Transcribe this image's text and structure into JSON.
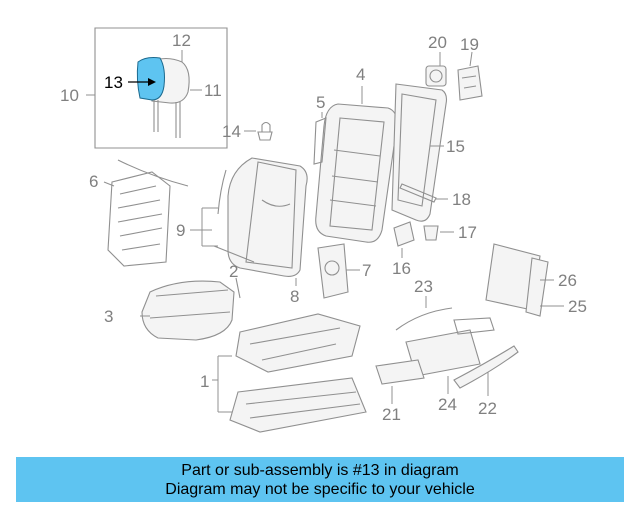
{
  "diagram": {
    "callouts": {
      "c1": "1",
      "c2": "2",
      "c3": "3",
      "c4": "4",
      "c5": "5",
      "c6": "6",
      "c7": "7",
      "c8": "8",
      "c9": "9",
      "c10": "10",
      "c11": "11",
      "c12": "12",
      "c13": "13",
      "c14": "14",
      "c15": "15",
      "c16": "16",
      "c17": "17",
      "c18": "18",
      "c19": "19",
      "c20": "20",
      "c21": "21",
      "c22": "22",
      "c23": "23",
      "c24": "24",
      "c25": "25",
      "c26": "26"
    },
    "highlight_color": "#5ec4f1"
  },
  "banner": {
    "line1": "Part or sub-assembly is #13 in diagram",
    "line2": "Diagram may not be specific to your vehicle",
    "color": "#5ec4f1"
  }
}
